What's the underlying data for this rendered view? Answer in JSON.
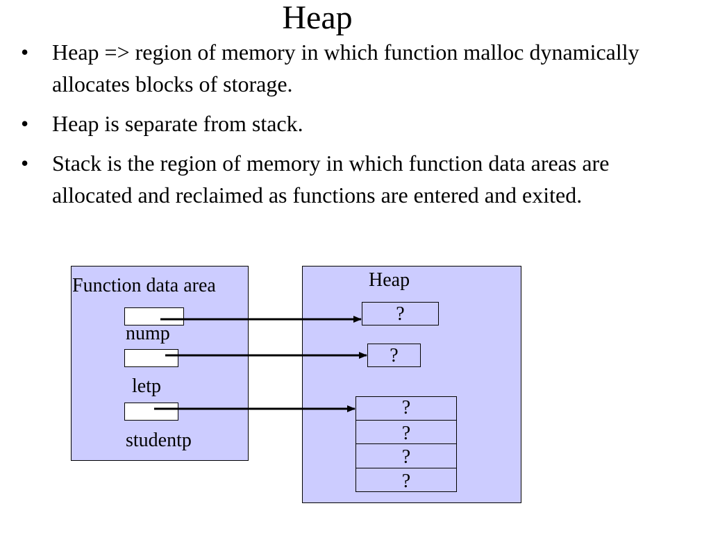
{
  "slide": {
    "title": "Heap",
    "bullet_symbol": "•",
    "bullets": [
      "Heap => region of memory in which function malloc dynamically allocates blocks of storage.",
      "Heap is separate from stack.",
      "Stack is the region of memory in which function data areas are allocated and reclaimed as functions are entered and exited."
    ]
  },
  "diagram": {
    "function_area_label": "Function data area",
    "heap_label": "Heap",
    "pointers": [
      "nump",
      "letp",
      "studentp"
    ],
    "cells": {
      "nump_target": "?",
      "letp_target": "?",
      "student_block": [
        "?",
        "?",
        "?",
        "?"
      ]
    },
    "colors": {
      "panel_fill": "#ccccff",
      "pointer_box_fill": "#ffffff",
      "line": "#000000"
    }
  }
}
